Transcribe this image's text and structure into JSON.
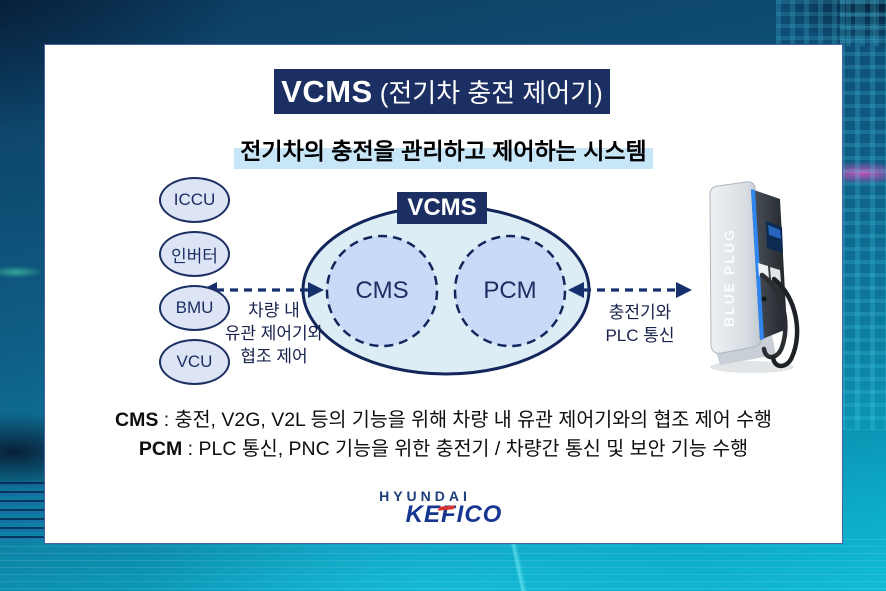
{
  "title": {
    "acronym": "VCMS",
    "full": "(전기차 충전 제어기)"
  },
  "subtitle": "전기차의 충전을 관리하고 제어하는 시스템",
  "diagram": {
    "vcms_label": "VCMS",
    "left_nodes": [
      "ICCU",
      "인버터",
      "BMU",
      "VCU"
    ],
    "cms_label": "CMS",
    "pcm_label": "PCM",
    "left_note_lines": [
      "차량 내",
      "유관 제어기와",
      "협조 제어"
    ],
    "right_note_lines": [
      "충전기와",
      "PLC 통신"
    ],
    "charger_label": "BLUE PLUG"
  },
  "descriptions": [
    {
      "term": "CMS",
      "text": " : 충전, V2G, V2L 등의 기능을 위해 차량 내 유관 제어기와의 협조 제어 수행"
    },
    {
      "term": "PCM",
      "text": " : PLC 통신, PNC 기능을 위한 충전기 / 차량간 통신 및 보안 기능 수행"
    }
  ],
  "logo": {
    "brand": "HYUNDAI",
    "name_pre": "KE",
    "name_mid": "F",
    "name_post": "ICO"
  },
  "colors": {
    "navy": "#1c2f63",
    "line_navy": "#13265c",
    "ellipse_fill": "#ddedf6",
    "circle_fill": "#c9d9f8",
    "oval_fill": "#dde4f6",
    "highlight": "#c7e7f8",
    "accent_red": "#d6332e"
  }
}
